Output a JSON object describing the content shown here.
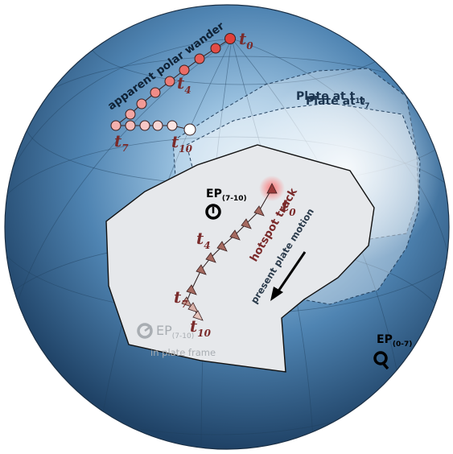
{
  "labels": {
    "apw": "apparent polar wander",
    "plate_t10": "Plate at t",
    "plate_t10_sub": "10",
    "plate_t7": "Plate at t",
    "plate_t7_sub": "7",
    "hotspot_track": "hotspot track",
    "plate_motion": "present plate motion",
    "in_plate_frame": "in plate frame"
  },
  "time_labels": {
    "t0_apw": {
      "main": "t",
      "sub": "0"
    },
    "t4_apw": {
      "main": "t",
      "sub": "4"
    },
    "t7_apw": {
      "main": "t",
      "sub": "7"
    },
    "t10_apw": {
      "main": "t",
      "sub": "10"
    },
    "t0_track": {
      "main": "t",
      "sub": "0"
    },
    "t4_track": {
      "main": "t",
      "sub": "4"
    },
    "t7_track": {
      "main": "t",
      "sub": "7"
    },
    "t10_track": {
      "main": "t",
      "sub": "10"
    }
  },
  "euler_poles": {
    "ep_7_10": {
      "main": "EP",
      "sub": "(7-10)"
    },
    "ep_7_10_plate": {
      "main": "EP",
      "sub": "(7-10)"
    },
    "ep_0_7": {
      "main": "EP",
      "sub": "(0-7)"
    }
  },
  "colors": {
    "globe_light": "#8fb9da",
    "globe_dark": "#22486d",
    "plate_fill": "#e6e8eb",
    "apw_red": "#e0403a",
    "apw_pink": "#f3a6a6",
    "track_tri": "#a56a60",
    "label_red": "#7a2a2a"
  }
}
